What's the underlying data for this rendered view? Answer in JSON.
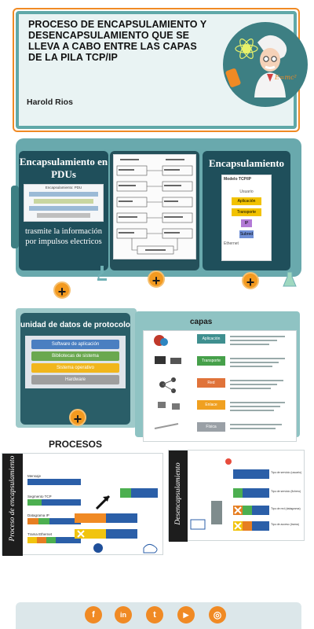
{
  "header": {
    "title": "PROCESO DE ENCAPSULAMIENTO Y DESENCAPSULAMIENTO QUE SE LLEVA A CABO ENTRE LAS CAPAS DE LA PILA TCP/IP",
    "author": "Harold Rios",
    "formula": "E=mc²"
  },
  "cards": [
    {
      "title": "Encapsulamiento en PDUs",
      "text": "trasmite la información por impulsos electricos",
      "figure_caption": "Encapsulamiento: PDU"
    },
    {
      "title": "",
      "text": ""
    },
    {
      "title": "Encapsulamiento",
      "figure_label": "Modelo TCP/IP",
      "layers": [
        "Usuario",
        "Aplicación",
        "Transporte",
        "IP",
        "Subred"
      ],
      "footer": "Ethernet"
    }
  ],
  "pdu_card": {
    "title": "unidad de datos de protocolo",
    "layers": [
      "Software de aplicación",
      "Bibliotecas de sistema",
      "Sistema operativo",
      "Hardware"
    ]
  },
  "layers_panel": {
    "title": "capas",
    "rows": [
      {
        "label": "Aplicación",
        "color": "#3f8f8f"
      },
      {
        "label": "Transporte",
        "color": "#46a04a"
      },
      {
        "label": "Red",
        "color": "#e0733a"
      },
      {
        "label": "Enlace",
        "color": "#f0a020"
      },
      {
        "label": "Física",
        "color": "#9aa0a6"
      }
    ]
  },
  "procesos": {
    "title": "PROCESOS",
    "left_side_title": "Proceso de encapsulamiento",
    "right_side_title": "Desencapsulamiento",
    "left_labels": [
      "Mensaje",
      "Segmento TCP",
      "Datagrama IP",
      "Trama Ethernet"
    ],
    "right_labels": [
      "Tipo de servicio (usuario)",
      "Tipo de servicio (fichero)",
      "Tipo de red (datagrama)",
      "Tipo de acceso (trama)"
    ]
  },
  "social": [
    "f",
    "in",
    "t",
    "yt",
    "ig"
  ],
  "colors": {
    "accent": "#f08a24",
    "teal": "#69a9ad",
    "dark": "#1f4f5b"
  }
}
